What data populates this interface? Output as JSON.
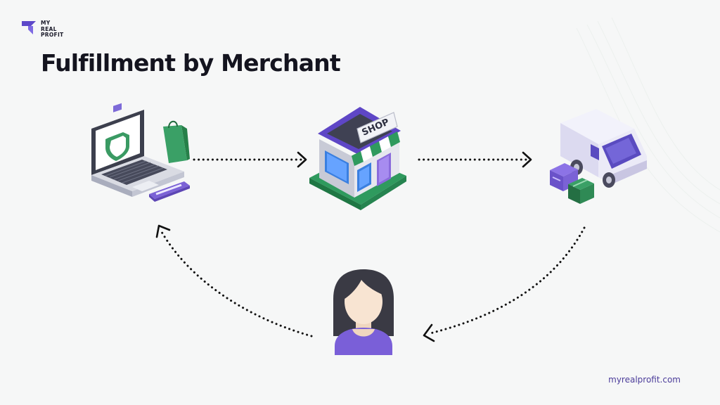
{
  "header": {
    "logo_lines": [
      "MY",
      "REAL",
      "PROFIT"
    ],
    "title": "Fulfillment by Merchant"
  },
  "diagram": {
    "shop_sign": "SHOP"
  },
  "footer": {
    "url": "myrealprofit.com"
  },
  "colors": {
    "brand_purple": "#6b55d6",
    "shop_green": "#2f9a5e",
    "arrow": "#111111",
    "background": "#f6f7f7"
  }
}
